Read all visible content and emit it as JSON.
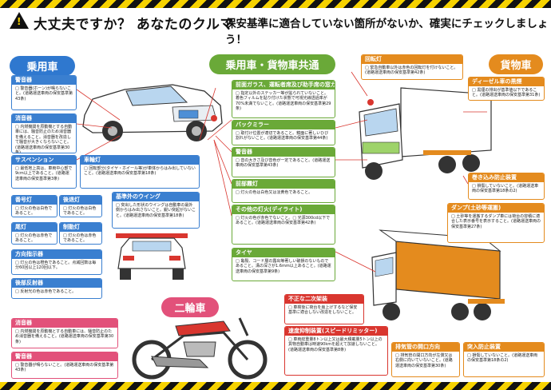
{
  "header": {
    "title": "大丈夫ですか？ あなたのクルマ",
    "subtitle": "保安基準に適合していない箇所がないか、確実にチェックしましょう！"
  },
  "sections": {
    "passenger": "乗用車",
    "common": "乗用車・貨物車共通",
    "truck": "貨物車",
    "motorcycle": "二輪車"
  },
  "panels": {
    "horn": {
      "title": "警音器",
      "body": "□ 警音器(ホーン)が鳴らないこと。(道路運送車両の保安基準第43条)"
    },
    "muffler": {
      "title": "消音器",
      "body": "□ 内燃機関を原動機とする自動車には、騒音防止のため消音器を備えること。消音器を改造して騒音が大きくならないこと。(道路運送車両の保安基準第30条)"
    },
    "suspension": {
      "title": "サスペンション",
      "body": "□ 最低地上高は、車両中心部で9cm以上であること。(道路運送車両の保安基準第3条)"
    },
    "fenders": {
      "title": "車輪灯",
      "body": "□ 回転部分(タイヤ・ホイール等)が車体からはみ出していないこと。(道路運送車両の保安基準第18条)"
    },
    "headlamp": {
      "title": "番号灯",
      "body": "□ 灯火の色は白色であること。"
    },
    "tail": {
      "title": "後退灯",
      "body": "□ 灯火の色は白色であること。"
    },
    "taillamp": {
      "title": "尾灯",
      "body": "□ 灯火の色は赤色であること。"
    },
    "brake": {
      "title": "制動灯",
      "body": "□ 灯火の色は赤色であること。"
    },
    "turn": {
      "title": "方向指示器",
      "body": "□ 灯火の色は橙色であること。点滅回数は毎分60回以上120回以下。"
    },
    "fog": {
      "title": "後部反射器",
      "body": "□ 反射光の色は赤色であること。"
    },
    "wing": {
      "title": "基準外のウイング",
      "body": "□ 突出した形状のウイングは自動車の最外側からはみ出さないこと。鋭い突起がないこと。(道路運送車両の保安基準第18条)"
    },
    "glass": {
      "title": "前面ガラス、運転者席及び助手席の窓ガラス",
      "body": "□ 指定以外のステッカー等が貼られていないこと。着色フィルムを貼り付けた状態で可視光線透過率が70%未満でないこと。(道路運送車両の保安基準第29条)"
    },
    "mirror": {
      "title": "バックミラー",
      "body": "□ 取付け位置が適切であること。鏡面に著しいひび割れがないこと。(道路運送車両の保安基準第44条)"
    },
    "horn2": {
      "title": "警音器",
      "body": "□ 音の大きさ及び音色が一定であること。(道路運送車両の保安基準第43条)"
    },
    "frontlamp": {
      "title": "前部霧灯",
      "body": "□ 灯火の色は白色又は淡黄色であること。"
    },
    "daylight": {
      "title": "その他の灯火(デイライト)",
      "body": "□ 灯火の色が赤色でないこと。□ 光源300cd以下であること。(道路運送車両の保安基準第42条)"
    },
    "tire": {
      "title": "タイヤ",
      "body": "□ 亀裂、コード層の露出等著しい破損のないものであること。溝の深さが1.6mm以上あること。(道路運送車両の保安基準第9条)"
    },
    "rotating": {
      "title": "回転灯",
      "body": "□ 緊急自動車以外は赤色の回転灯を付けないこと。(道路運送車両の保安基準第42条)"
    },
    "diesel": {
      "title": "ディーゼル車の黒煙",
      "body": "□ 黒煙の排出が基準値以下であること。(道路運送車両の保安基準第31条)"
    },
    "loadbox": {
      "title": "巻き込み防止装置",
      "body": "□ 損傷していないこと。(道路運送車両の保安基準第18条の2)"
    },
    "dump": {
      "title": "ダンプ(土砂等運搬)",
      "body": "□ 土砂等を運搬するダンプ車には荷台の容積に適合した表示番号を表示すること。(道路運送車両の保安基準第27条)"
    },
    "illegal": {
      "title": "不正な二次架装",
      "body": "□ 車検後に荷台を嵩上げするなど保安基準に適合しない改造をしないこと。"
    },
    "speed": {
      "title": "速度抑制装置(スピードリミッター)",
      "body": "□ 車両総重量8トン以上又は最大積載量5トン以上の貨物自動車は時速90kmを超えて加速しないこと。(道路運送車両の保安基準第8条)"
    },
    "exhaust": {
      "title": "排気管の開口方向",
      "body": "□ 排気管の開口方向が左側又は右側に向いていないこと。(道路運送車両の保安基準第30条)"
    },
    "underrun": {
      "title": "突入防止装置",
      "body": "□ 損傷していないこと。(道路運送車両の保安基準第18条の2)"
    },
    "bike_muffler": {
      "title": "消音器",
      "body": "□ 内燃機関を原動機とする自動車には、騒音防止のため消音器を備えること。(道路運送車両の保安基準第30条)"
    },
    "bike_horn": {
      "title": "警音器",
      "body": "□ 警音器が鳴らないこと。(道路運送車両の保安基準第43条)"
    }
  }
}
